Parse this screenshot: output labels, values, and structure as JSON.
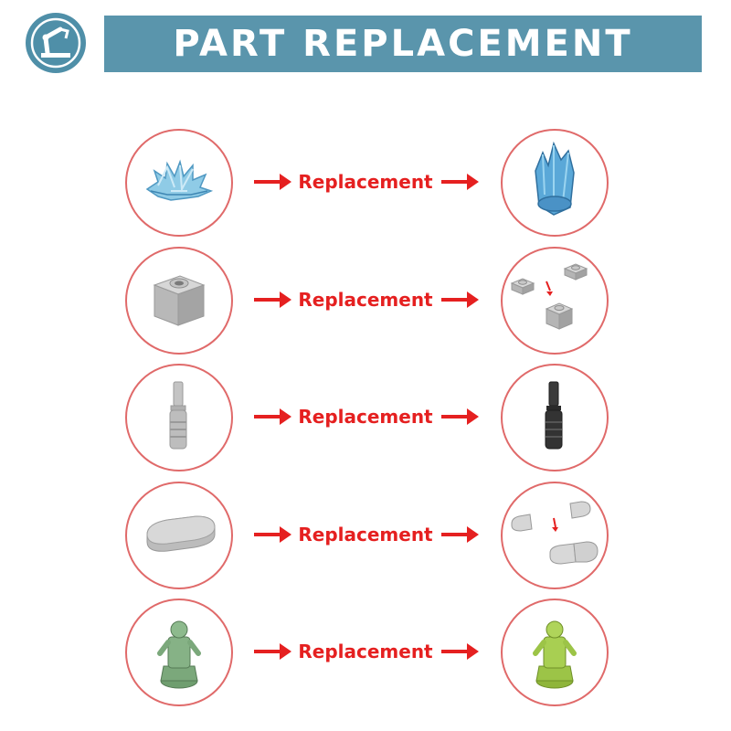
{
  "header": {
    "title": "PART REPLACEMENT",
    "logo_icon": "robot-arm-icon"
  },
  "colors": {
    "banner": "#5a95ac",
    "logo": "#4f8fa8",
    "circle_border": "#e06a6a",
    "arrow_red": "#e52020"
  },
  "rows": [
    {
      "label": "Replacement",
      "from_icon": "crystal-cluster-icon",
      "to_icon": "tall-crystal-icon"
    },
    {
      "label": "Replacement",
      "from_icon": "brick-1x1-icon",
      "to_icon": "plates-1x1-icon"
    },
    {
      "label": "Replacement",
      "from_icon": "screwdriver-grey-icon",
      "to_icon": "screwdriver-black-icon"
    },
    {
      "label": "Replacement",
      "from_icon": "tile-1x2-round-icon",
      "to_icon": "tile-halves-icon"
    },
    {
      "label": "Replacement",
      "from_icon": "statuette-green-icon",
      "to_icon": "statuette-lime-icon"
    }
  ]
}
